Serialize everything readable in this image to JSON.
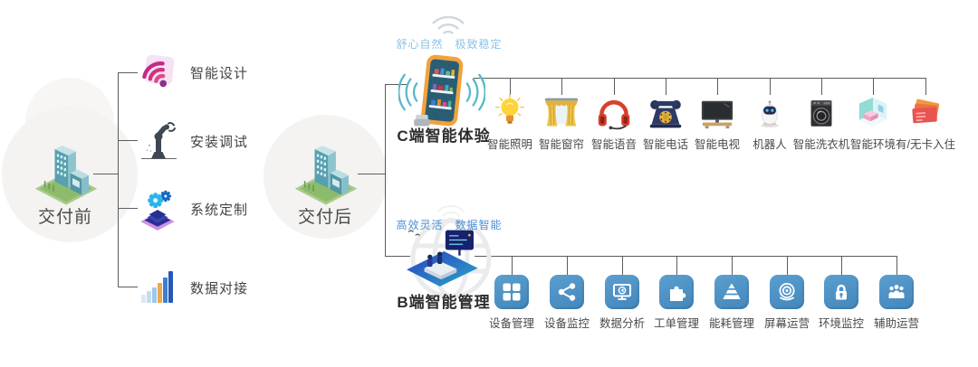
{
  "colors": {
    "accent_blue": "#4a90c7",
    "connector_line": "#5c5c5c",
    "c_tagline_blue": "#8ac4e8",
    "b_tagline_blue": "#4a8fd8",
    "caption_gray": "#4a4a4a"
  },
  "before": {
    "label": "交付前",
    "icon": "building-icon",
    "items": [
      {
        "label": "智能设计",
        "icon": "wifi-pink-icon"
      },
      {
        "label": "安装调试",
        "icon": "robot-arm-icon"
      },
      {
        "label": "系统定制",
        "icon": "gears-stack-icon"
      },
      {
        "label": "数据对接",
        "icon": "bar-chart-icon"
      }
    ]
  },
  "after": {
    "label": "交付后",
    "icon": "building-icon",
    "c_branch": {
      "tagline": "舒心自然　极致稳定",
      "title": "C端智能体验",
      "icon": "smart-phone-shelves-icon",
      "items": [
        {
          "label": "智能照明",
          "icon": "light-bulb-icon"
        },
        {
          "label": "智能窗帘",
          "icon": "curtains-icon"
        },
        {
          "label": "智能语音",
          "icon": "headphones-icon"
        },
        {
          "label": "智能电话",
          "icon": "telephone-icon"
        },
        {
          "label": "智能电视",
          "icon": "tv-icon"
        },
        {
          "label": "机器人",
          "icon": "robot-icon"
        },
        {
          "label": "智能洗衣机",
          "icon": "washing-machine-icon"
        },
        {
          "label": "智能环境",
          "icon": "room-environment-icon"
        },
        {
          "label": "有/无卡入住",
          "icon": "key-cards-icon"
        }
      ]
    },
    "b_branch": {
      "tagline": "高效灵活　数据智能",
      "title": "B端智能管理",
      "icon": "management-dashboard-icon",
      "items": [
        {
          "label": "设备管理",
          "icon": "grid-icon"
        },
        {
          "label": "设备监控",
          "icon": "share-icon"
        },
        {
          "label": "数据分析",
          "icon": "monitor-chart-icon"
        },
        {
          "label": "工单管理",
          "icon": "puzzle-icon"
        },
        {
          "label": "能耗管理",
          "icon": "pyramid-icon"
        },
        {
          "label": "屏幕运营",
          "icon": "screen-lens-icon"
        },
        {
          "label": "环境监控",
          "icon": "lock-icon"
        },
        {
          "label": "辅助运营",
          "icon": "people-icon"
        }
      ]
    }
  }
}
